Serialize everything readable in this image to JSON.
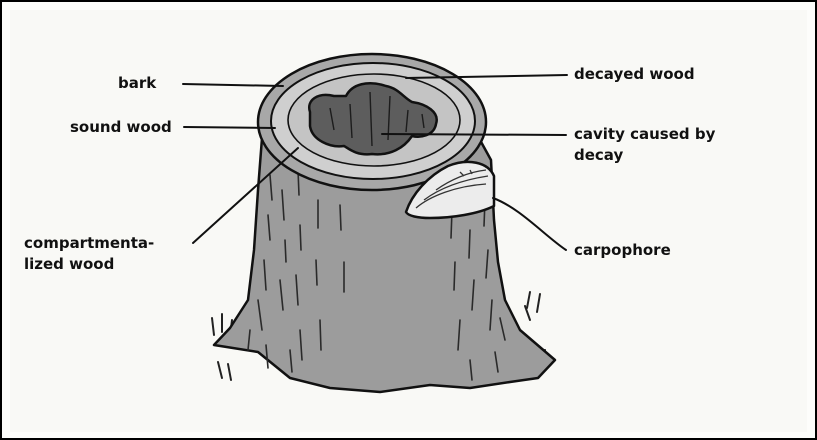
{
  "diagram": {
    "labels": {
      "bark": "bark",
      "sound_wood": "sound wood",
      "compartmentalized_line1": "compartmenta-",
      "compartmentalized_line2": "lized wood",
      "decayed_wood": "decayed wood",
      "cavity_line1": "cavity caused by",
      "cavity_line2": "decay",
      "carpophore": "carpophore"
    },
    "colors": {
      "trunk": "#9c9c9c",
      "sound_wood": "#cfcfcf",
      "decay": "#5d5d5d",
      "bracket": "#ececec",
      "ink": "#111111"
    }
  }
}
